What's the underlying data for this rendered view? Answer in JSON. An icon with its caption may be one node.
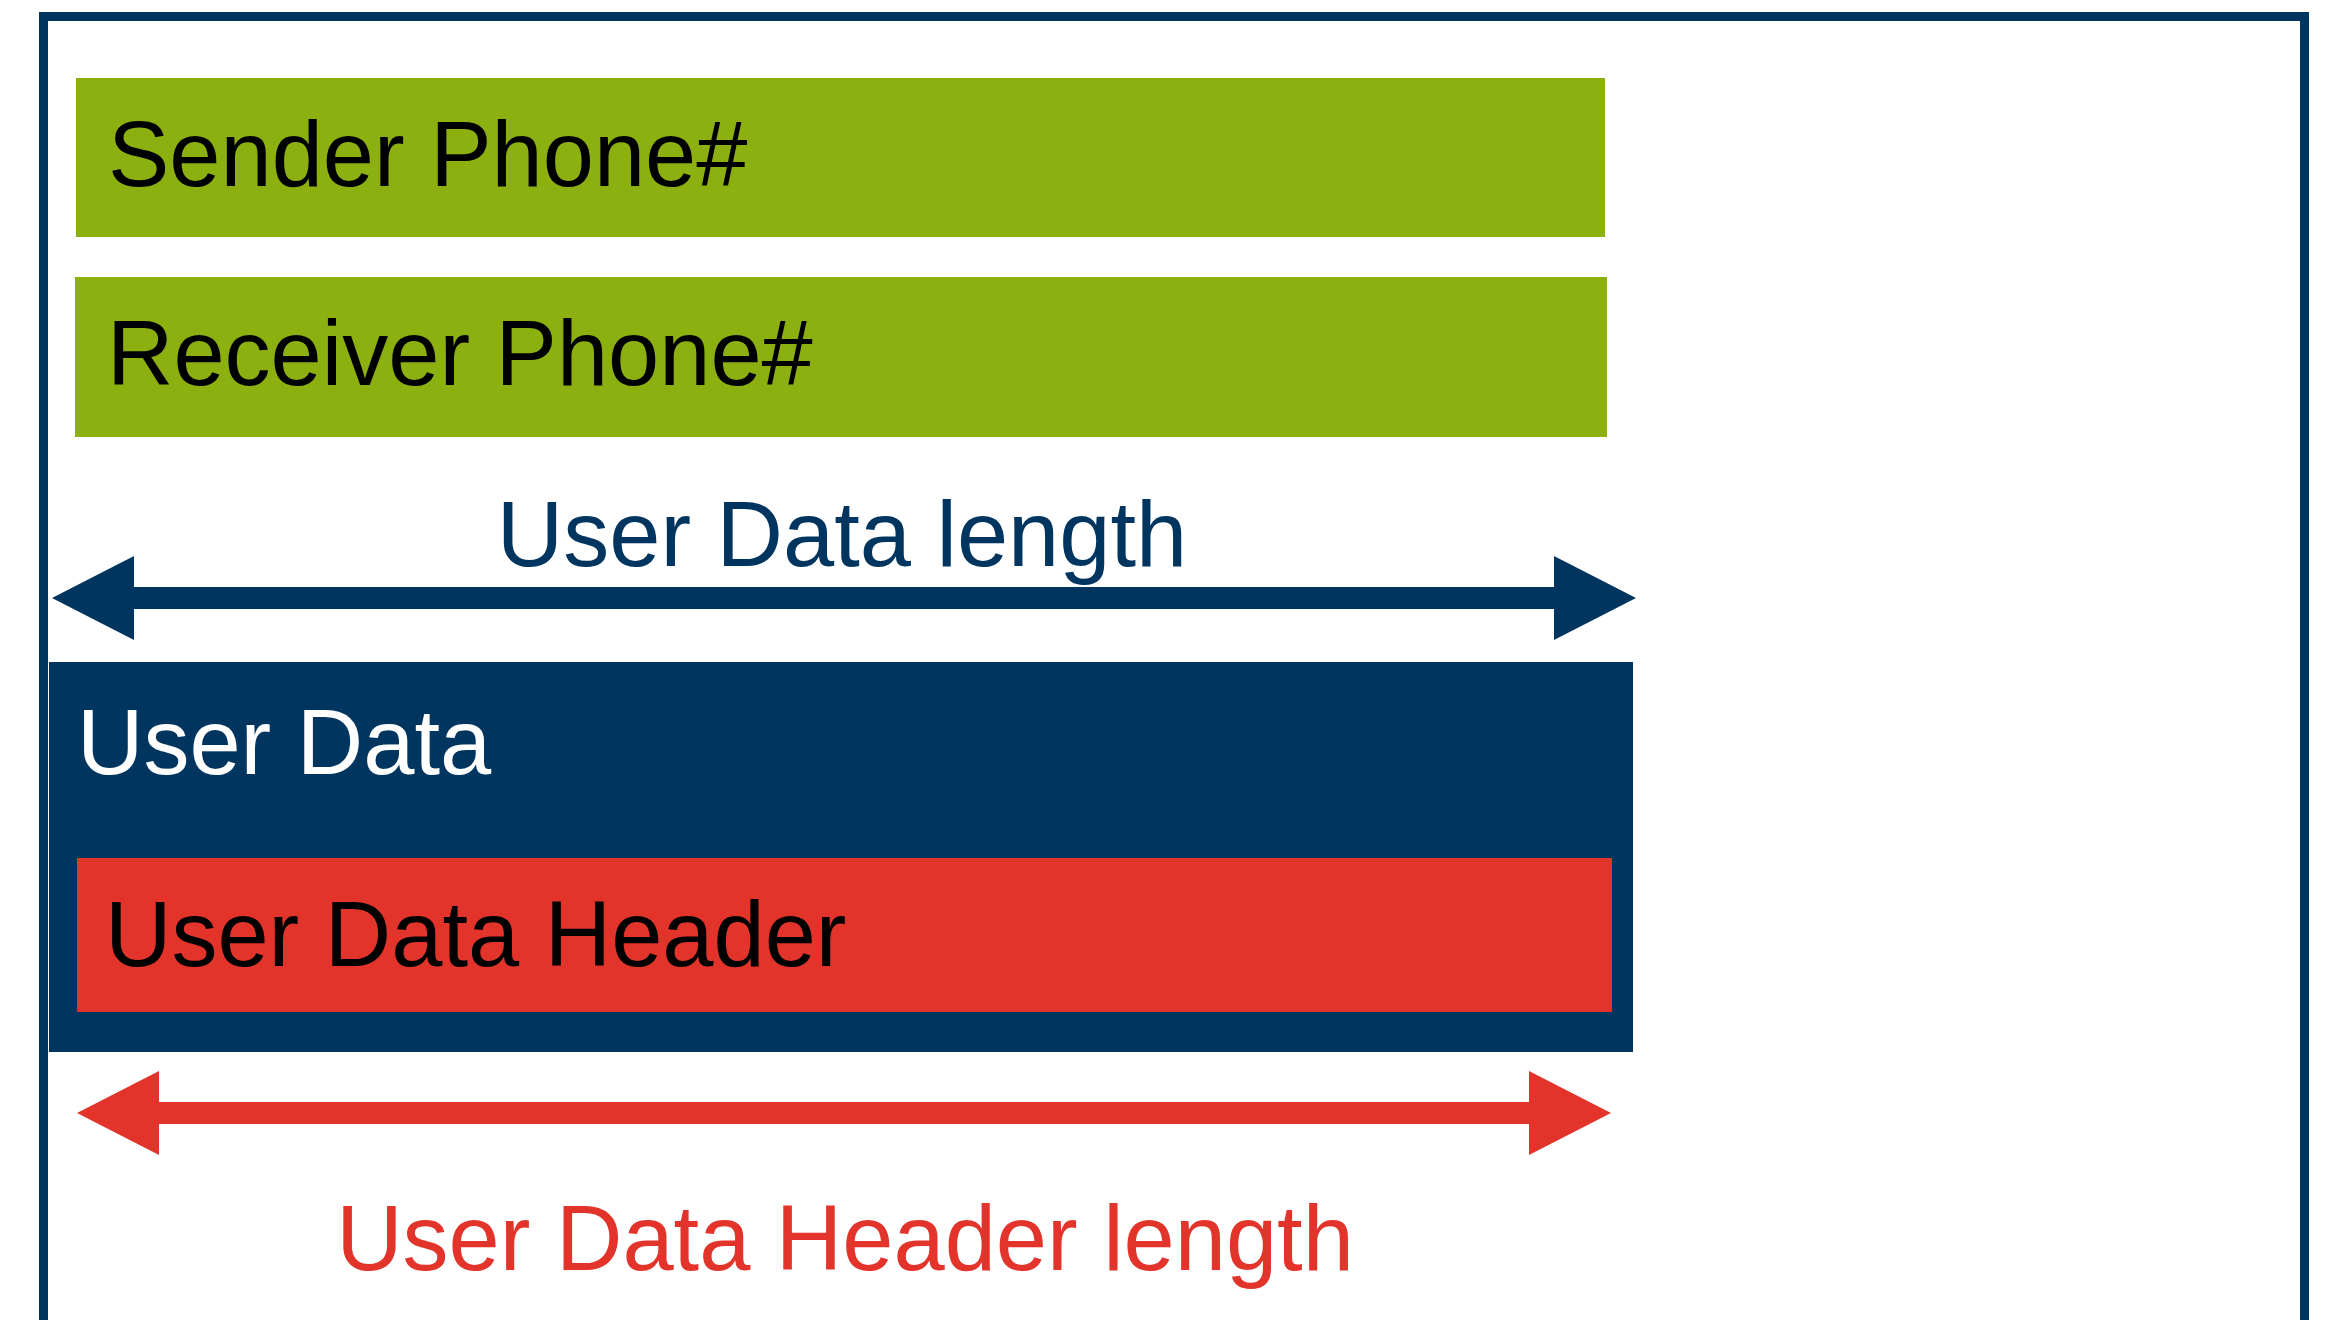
{
  "diagram": {
    "nodes": [
      {
        "text": [
          "Sender Phone#"
        ]
      },
      {
        "text": [
          "Receiver Phone#"
        ]
      },
      {
        "text": [
          "User Data"
        ]
      },
      {
        "text": [
          "User Data Header"
        ],
        "in": 2
      }
    ],
    "edges": [],
    "labels": [
      "User Data length",
      "User Data Header length"
    ]
  }
}
